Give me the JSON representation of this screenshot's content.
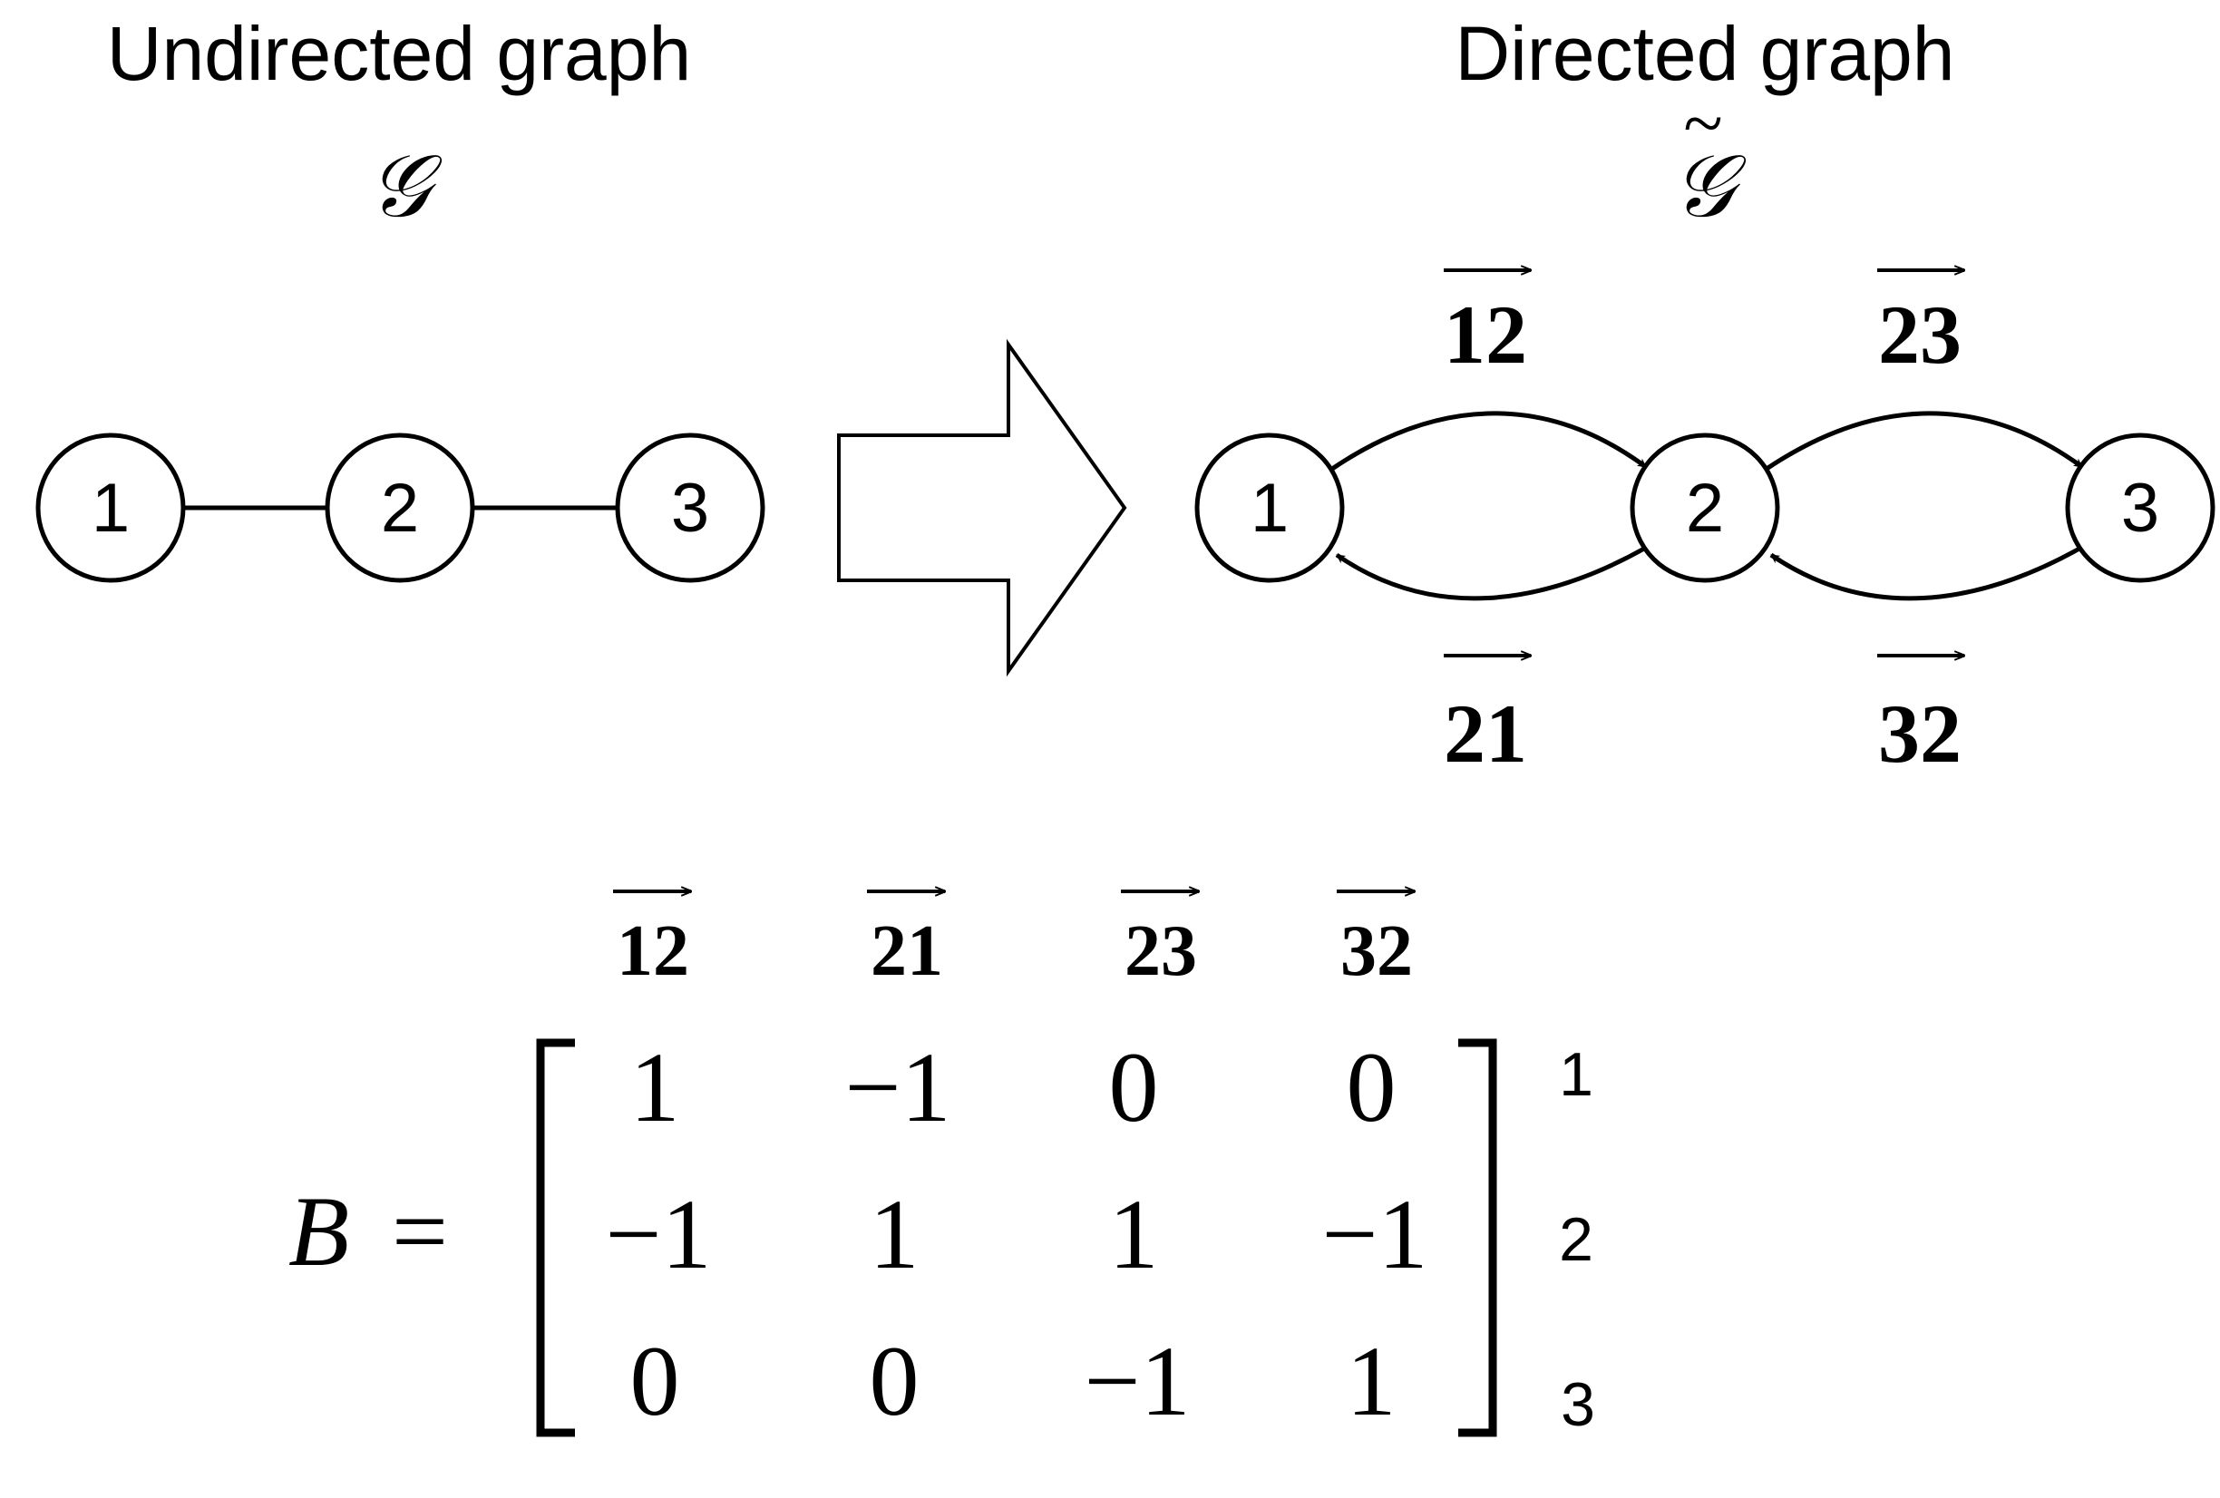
{
  "undirected": {
    "title": "Undirected graph",
    "symbol": "𝒢",
    "nodes": [
      "1",
      "2",
      "3"
    ],
    "edges": [
      [
        "1",
        "2"
      ],
      [
        "2",
        "3"
      ]
    ]
  },
  "directed": {
    "title": "Directed graph",
    "symbol": "𝒢",
    "symbol_accent": "~",
    "nodes": [
      "1",
      "2",
      "3"
    ],
    "edges": [
      {
        "from": "1",
        "to": "2",
        "label": "12"
      },
      {
        "from": "2",
        "to": "1",
        "label": "21"
      },
      {
        "from": "2",
        "to": "3",
        "label": "23"
      },
      {
        "from": "3",
        "to": "2",
        "label": "32"
      }
    ]
  },
  "matrix": {
    "name": "B",
    "equals": "=",
    "column_labels": [
      "12",
      "21",
      "23",
      "32"
    ],
    "row_labels": [
      "1",
      "2",
      "3"
    ],
    "rows": [
      [
        "1",
        "−1",
        "0",
        "0"
      ],
      [
        "−1",
        "1",
        "1",
        "−1"
      ],
      [
        "0",
        "0",
        "−1",
        "1"
      ]
    ]
  }
}
